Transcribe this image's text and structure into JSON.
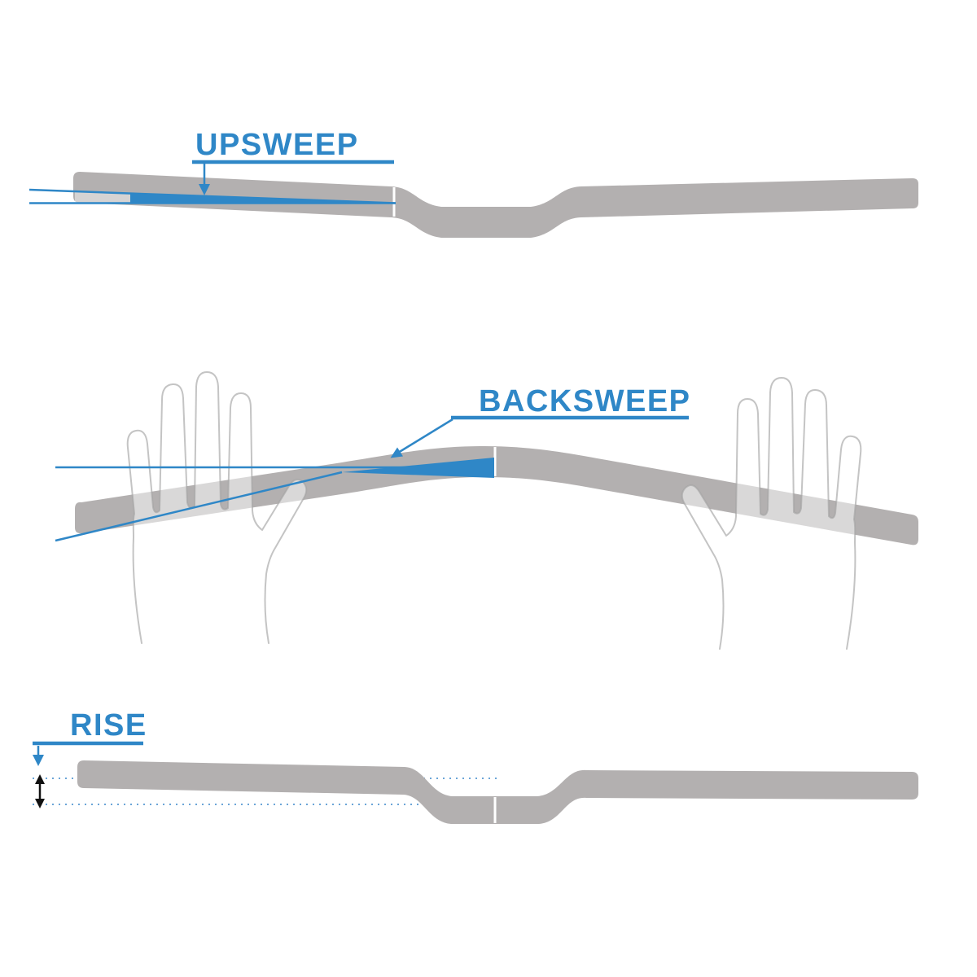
{
  "diagram": {
    "background": "#ffffff",
    "colors": {
      "accent": "#2f87c7",
      "bar": "#b3b0b0",
      "bar_highlight": "rgba(255,255,255,0.45)",
      "hand_outline": "#bdbdbd",
      "dotted_line": "#6aa5d8",
      "measure_arrow": "#111111"
    },
    "sections": [
      {
        "id": "upsweep",
        "label": "UPSWEEP"
      },
      {
        "id": "backsweep",
        "label": "BACKSWEEP"
      },
      {
        "id": "rise",
        "label": "RISE"
      }
    ]
  }
}
